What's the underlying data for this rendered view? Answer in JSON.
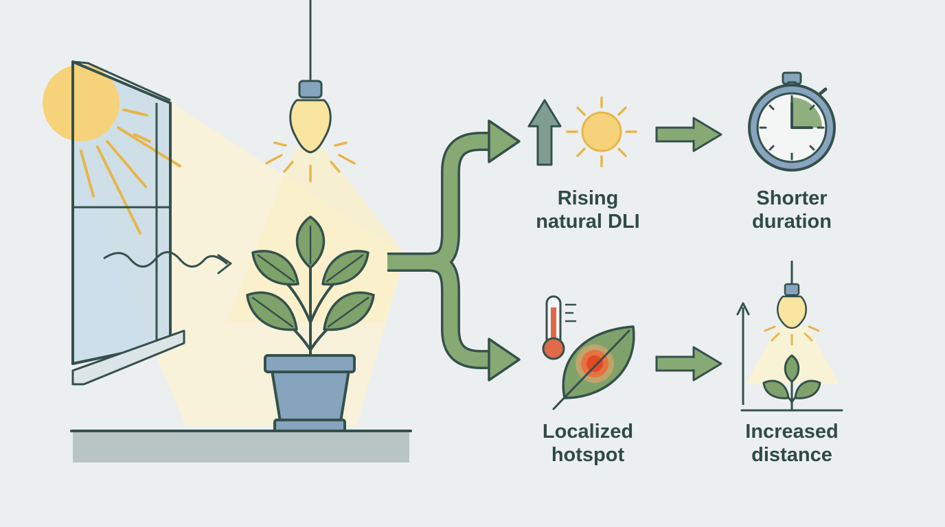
{
  "colors": {
    "background": "#eceff0",
    "outline": "#35504c",
    "leaf_green": "#7ea26a",
    "arrow_green": "#87aa74",
    "arrow_up_teal": "#7f9d90",
    "sun_yellow": "#f6d27a",
    "light_beam": "#fbf3d2",
    "ray_orange": "#e7b64a",
    "pot_blue": "#86a4bd",
    "window_glass": "#c8dcea",
    "hotspot_orange": "#ec6a3a",
    "thermometer_red": "#e06a48",
    "shelf_gray": "#b9c5c2"
  },
  "icons": [
    "window-icon",
    "sun-icon",
    "hanging-bulb-icon",
    "plant-icon",
    "pot-icon",
    "heat-wave-icon",
    "fork-arrow-icon",
    "up-arrow-icon",
    "stopwatch-icon",
    "thermometer-icon",
    "leaf-hotspot-icon",
    "raised-lamp-icon",
    "seedling-icon"
  ],
  "outcomes": {
    "rising_dli": {
      "line1": "Rising",
      "line2": "natural DLI"
    },
    "shorter_duration": {
      "line1": "Shorter",
      "line2": "duration"
    },
    "localized_hotspot": {
      "line1": "Localized",
      "line2": "hotspot"
    },
    "increased_distance": {
      "line1": "Increased",
      "line2": "distance"
    }
  }
}
